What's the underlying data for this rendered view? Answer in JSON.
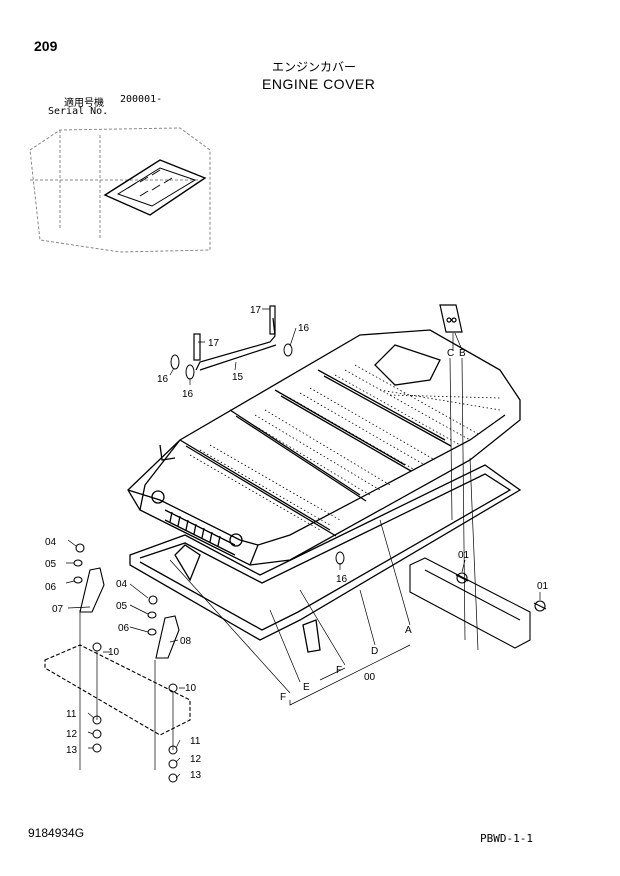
{
  "header": {
    "page_number": "209",
    "title_jp": "エンジンカバー",
    "title_en": "ENGINE COVER",
    "serial_label_jp": "適用号機",
    "serial_range": "200001-",
    "serial_label_en": "Serial No."
  },
  "footer": {
    "document_id": "9184934G",
    "page_code": "PBWD-1-1"
  },
  "callouts": {
    "c17a": "17",
    "c17b": "17",
    "c16a": "16",
    "c16b": "16",
    "c16c": "16",
    "c16d": "16",
    "c15": "15",
    "cC": "C",
    "cB": "B",
    "c04a": "04",
    "c05a": "05",
    "c06a": "06",
    "c07": "07",
    "c04b": "04",
    "c05b": "05",
    "c06b": "06",
    "c08": "08",
    "c10a": "10",
    "c10b": "10",
    "c11a": "11",
    "c12a": "12",
    "c13a": "13",
    "c11b": "11",
    "c12b": "12",
    "c13b": "13",
    "c01a": "01",
    "c01b": "01",
    "cA": "A",
    "cD": "D",
    "cF1": "F",
    "cF2": "F",
    "cE": "E",
    "c00": "00"
  }
}
